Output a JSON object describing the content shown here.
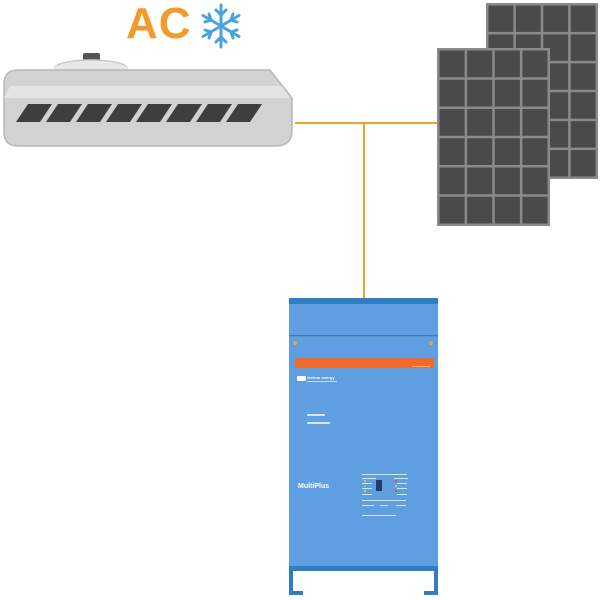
{
  "ac_unit": {
    "label": "AC"
  },
  "inverter": {
    "brand": "victron energy",
    "model": "MultiPlus"
  },
  "colors": {
    "accent_orange": "#f39a2b",
    "ice_blue": "#4aa3e0",
    "cable": "#f0a030",
    "panel_cell": "#4a4a4a",
    "panel_frame": "#8a8a8a",
    "inverter_blue": "#5f9ee0",
    "inverter_band": "#ee6b2f"
  }
}
